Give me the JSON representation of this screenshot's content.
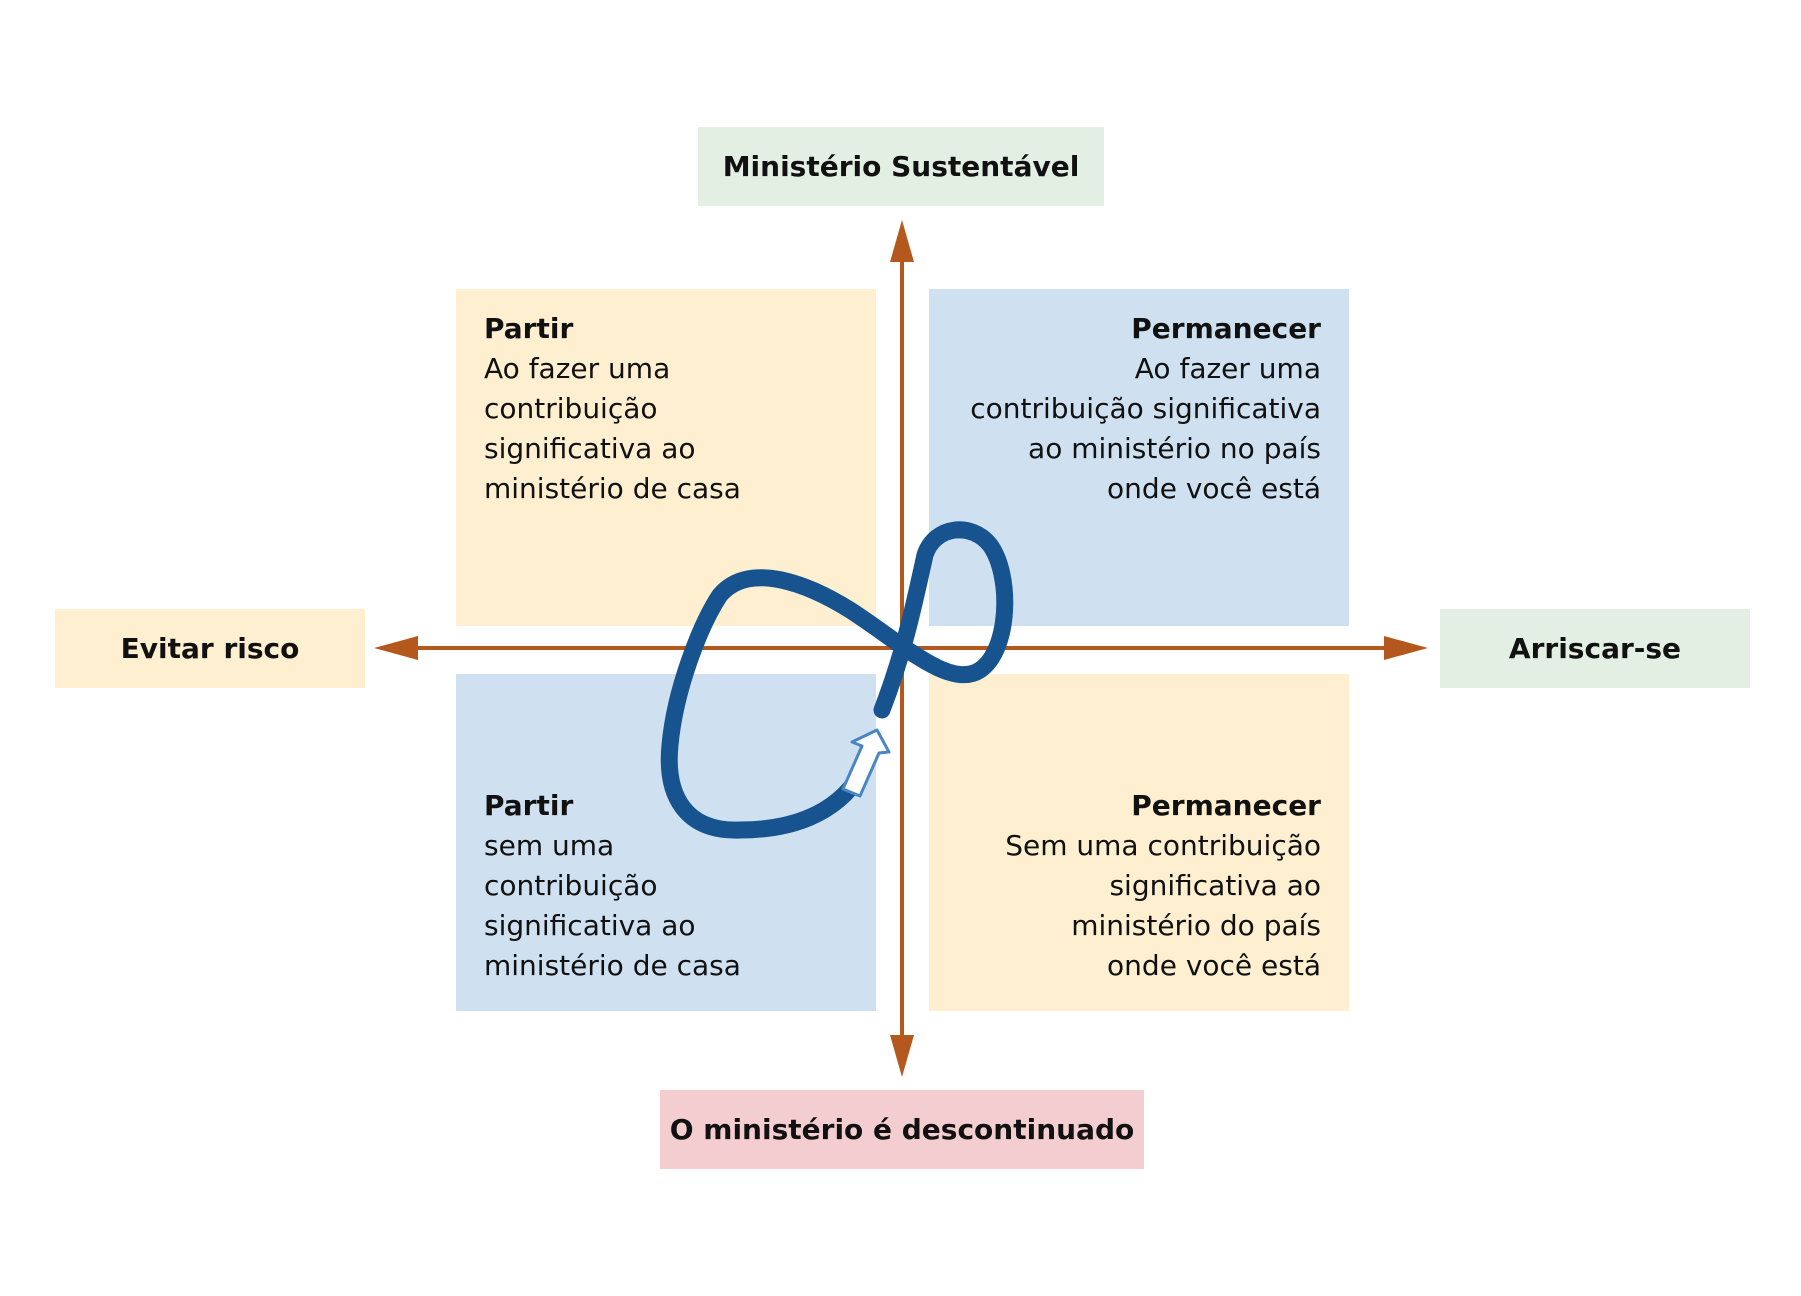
{
  "axes": {
    "top": {
      "label": "Ministério Sustentável",
      "color": "#e4efe3"
    },
    "bottom": {
      "label": "O ministério é descontinuado",
      "color": "#f4cdd0"
    },
    "left": {
      "label": "Evitar risco",
      "color": "#fdefcf"
    },
    "right": {
      "label": "Arriscar-se",
      "color": "#e4efe3"
    }
  },
  "quadrants": {
    "top_left": {
      "title": "Partir",
      "lines": [
        "Ao fazer uma",
        "contribuição",
        "significativa ao",
        "ministério de casa"
      ],
      "color": "#fdefcf"
    },
    "top_right": {
      "title": "Permanecer",
      "lines": [
        "Ao fazer uma",
        "contribuição significativa",
        "ao ministério no país",
        "onde você está"
      ],
      "color": "#cfe1f0"
    },
    "bottom_left": {
      "title": "Partir",
      "lines": [
        "sem uma",
        "contribuição",
        "significativa ao",
        "ministério de casa"
      ],
      "color": "#cfe1f0"
    },
    "bottom_right": {
      "title": "Permanecer",
      "lines": [
        "Sem uma contribuição",
        "significativa ao",
        "ministério do país",
        "onde você está"
      ],
      "color": "#fdefcf"
    }
  },
  "colors": {
    "axis_arrow": "#b5581e",
    "loop_path": "#17548f",
    "loop_arrow_outline": "#4a86c4"
  }
}
